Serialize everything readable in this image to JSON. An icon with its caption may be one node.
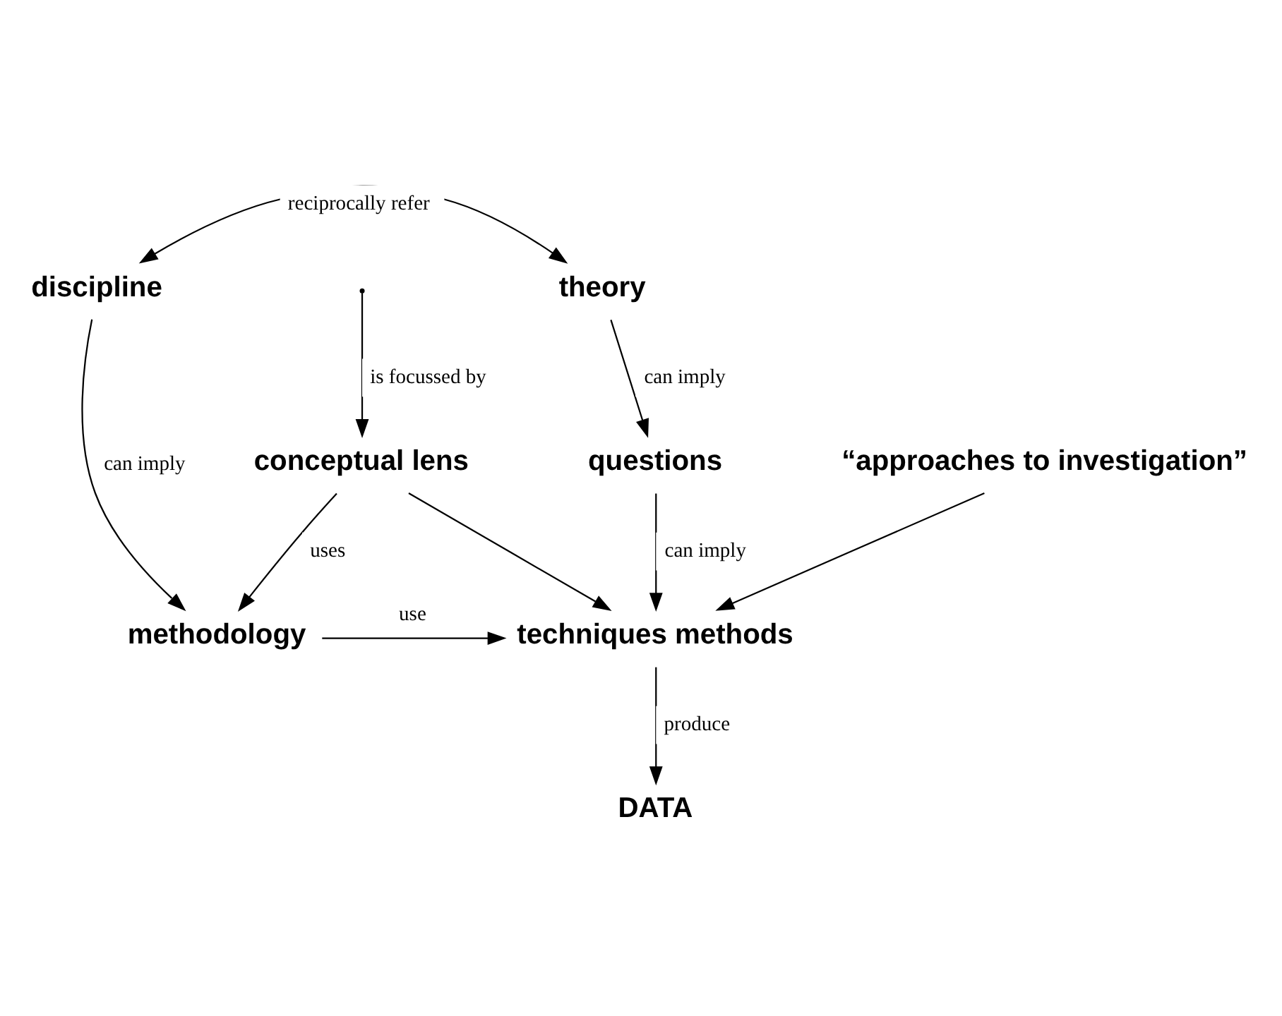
{
  "diagram": {
    "nodes": [
      {
        "text": [
          "discipline"
        ]
      },
      {
        "text": [
          "theory"
        ]
      },
      {
        "text": [
          "conceptual lens"
        ]
      },
      {
        "text": [
          "questions"
        ]
      },
      {
        "text": [
          "methodology"
        ]
      },
      {
        "text": [
          "techniques methods"
        ]
      },
      {
        "text": [
          "“approaches to investigation”"
        ]
      },
      {
        "text": [
          "DATA"
        ]
      }
    ],
    "edges": [
      {
        "from": 0,
        "to": 1,
        "arrow": "both",
        "label": "reciprocally refer"
      },
      {
        "from": null,
        "to": 2,
        "arrow": "to",
        "label": "is focussed by"
      },
      {
        "from": 0,
        "to": 4,
        "arrow": "to",
        "label": "can imply"
      },
      {
        "from": 1,
        "to": 3,
        "arrow": "to",
        "label": "can imply"
      },
      {
        "from": 2,
        "to": 4,
        "arrow": "to",
        "label": "uses"
      },
      {
        "from": 2,
        "to": 5,
        "arrow": "to"
      },
      {
        "from": 3,
        "to": 5,
        "arrow": "to",
        "label": "can imply"
      },
      {
        "from": 4,
        "to": 5,
        "arrow": "to",
        "label": "use"
      },
      {
        "from": 6,
        "to": 5,
        "arrow": "to"
      },
      {
        "from": 5,
        "to": 7,
        "arrow": "to",
        "label": "produce"
      }
    ]
  }
}
